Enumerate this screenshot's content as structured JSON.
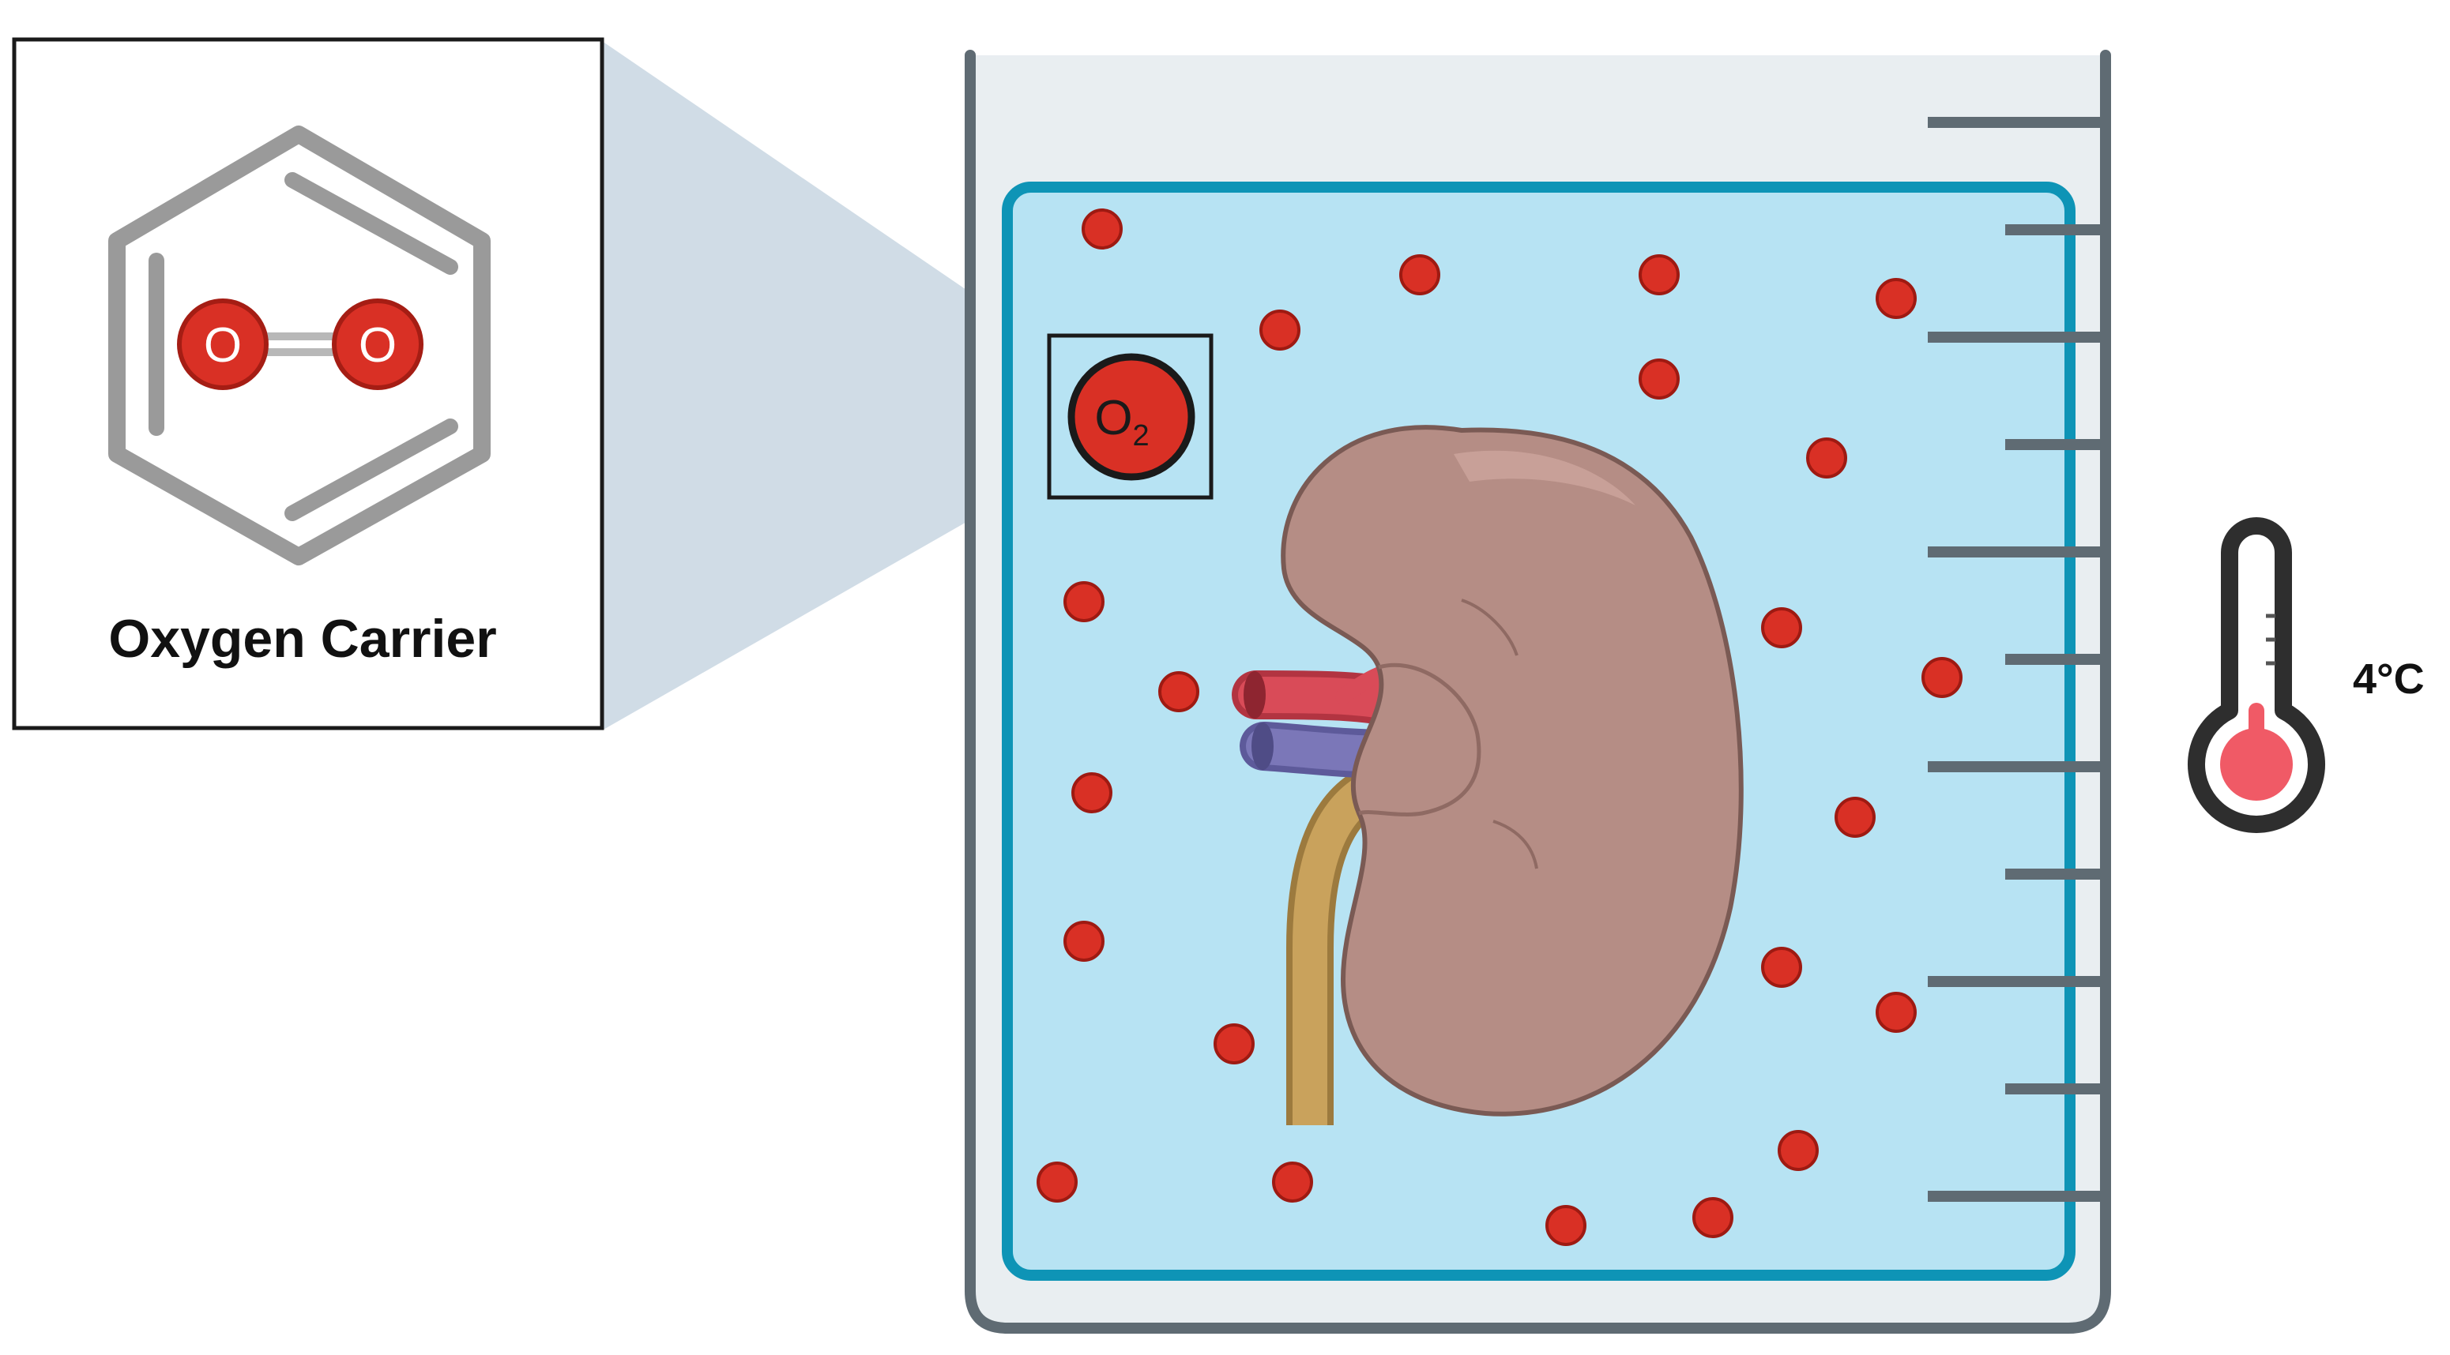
{
  "inset": {
    "label": "Oxygen Carrier",
    "atom_symbol": "O"
  },
  "molecule_symbol": {
    "base": "O",
    "subscript": "2"
  },
  "temperature": {
    "value": "4",
    "unit": "°C"
  },
  "colors": {
    "solution_fill": "#b7e3f3",
    "solution_border": "#0e94b6",
    "oxygen_dot": "#d93025",
    "oxygen_dot_stroke": "#9e1a12",
    "beaker_fill": "#e9eef1",
    "beaker_stroke": "#5f6b73",
    "kidney": "#b58d85",
    "artery": "#d94b58",
    "vein": "#7b77b8",
    "ureter": "#c9a25c",
    "thermometer_bulb": "#f05a66",
    "ring_gray": "#9a9a9a",
    "callout": "#b7c9d8"
  },
  "icons": [
    "ring-molecule-icon",
    "oxygen-molecule-icon",
    "kidney-icon",
    "thermometer-icon",
    "beaker-icon"
  ]
}
